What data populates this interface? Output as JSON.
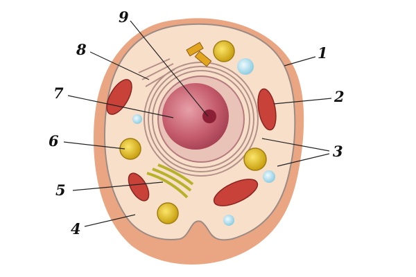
{
  "diagram": {
    "labels": [
      "1",
      "2",
      "3",
      "4",
      "5",
      "6",
      "7",
      "8",
      "9"
    ],
    "colors": {
      "cytoplasm": "#f7dcc4",
      "membrane": "#e9a783",
      "nucleus": "#c85a6a",
      "mitochondria": "#c8423a",
      "lysosome": "#e8c22a"
    }
  }
}
